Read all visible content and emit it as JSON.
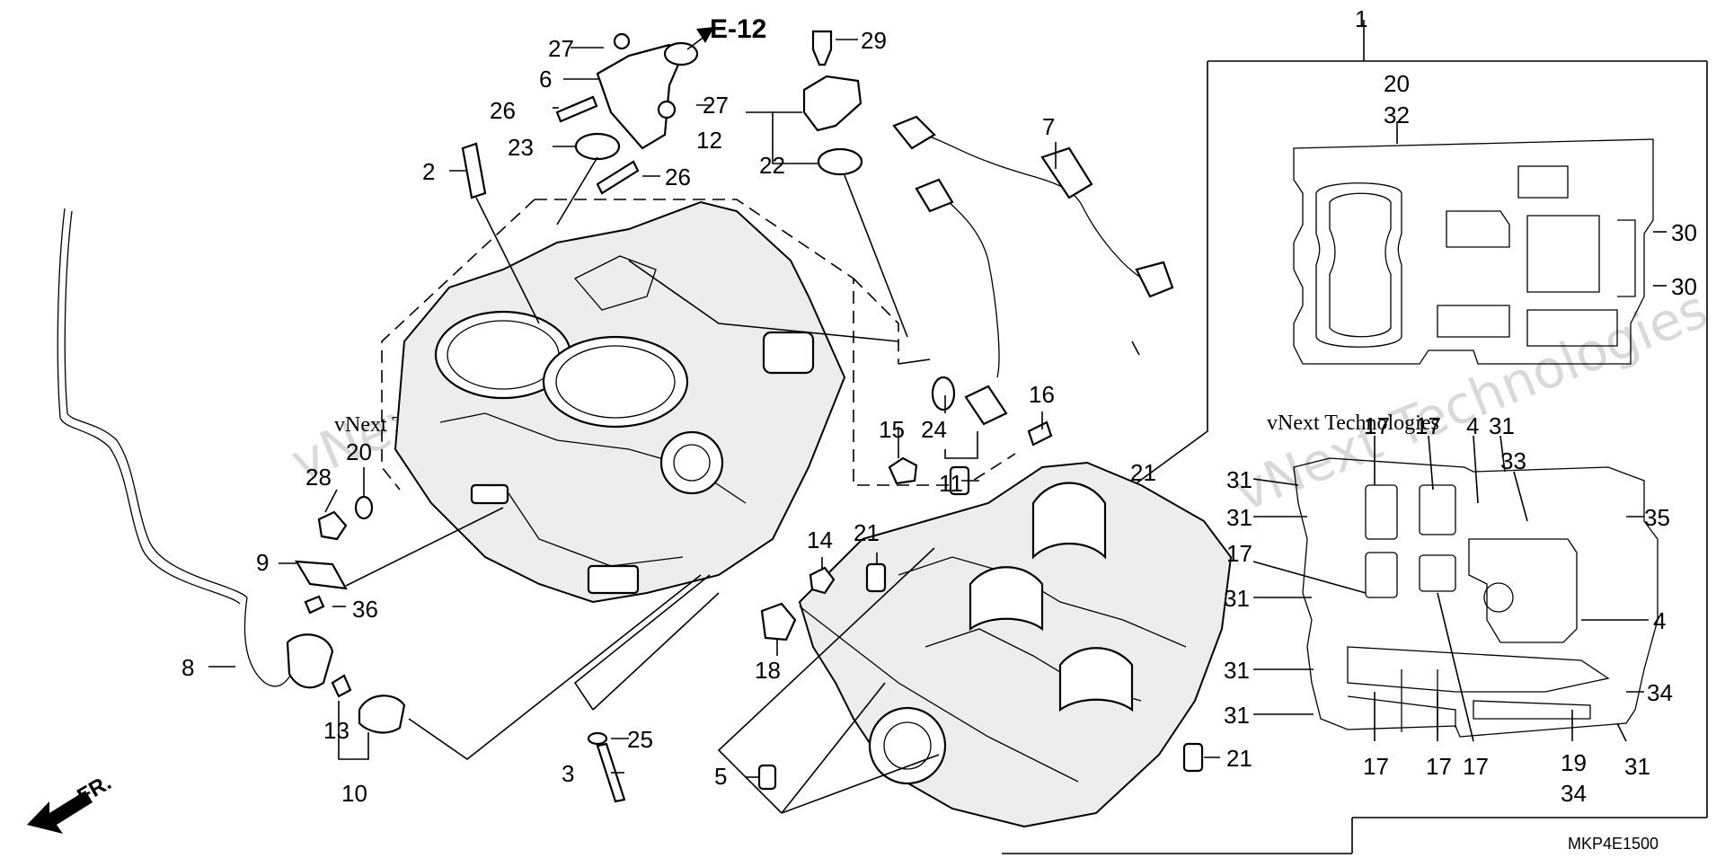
{
  "diagram": {
    "reference_label": "E-12",
    "diagram_code": "MKP4E1500",
    "direction_label": "FR.",
    "watermark": "vNext Technologies",
    "callouts": [
      {
        "id": "c1",
        "label": "1"
      },
      {
        "id": "c2",
        "label": "2"
      },
      {
        "id": "c3",
        "label": "3"
      },
      {
        "id": "c5",
        "label": "5"
      },
      {
        "id": "c6",
        "label": "6"
      },
      {
        "id": "c7",
        "label": "7"
      },
      {
        "id": "c8",
        "label": "8"
      },
      {
        "id": "c9",
        "label": "9"
      },
      {
        "id": "c10",
        "label": "10"
      },
      {
        "id": "c11",
        "label": "11"
      },
      {
        "id": "c12",
        "label": "12"
      },
      {
        "id": "c13",
        "label": "13"
      },
      {
        "id": "c14",
        "label": "14"
      },
      {
        "id": "c15",
        "label": "15"
      },
      {
        "id": "c16",
        "label": "16"
      },
      {
        "id": "c18",
        "label": "18"
      },
      {
        "id": "c20a",
        "label": "20"
      },
      {
        "id": "c20b",
        "label": "20"
      },
      {
        "id": "c21a",
        "label": "21"
      },
      {
        "id": "c21b",
        "label": "21"
      },
      {
        "id": "c21c",
        "label": "21"
      },
      {
        "id": "c22",
        "label": "22"
      },
      {
        "id": "c23",
        "label": "23"
      },
      {
        "id": "c24",
        "label": "24"
      },
      {
        "id": "c25",
        "label": "25"
      },
      {
        "id": "c26a",
        "label": "26"
      },
      {
        "id": "c26b",
        "label": "26"
      },
      {
        "id": "c27a",
        "label": "27"
      },
      {
        "id": "c27b",
        "label": "27"
      },
      {
        "id": "c28",
        "label": "28"
      },
      {
        "id": "c29",
        "label": "29"
      },
      {
        "id": "c30a",
        "label": "30"
      },
      {
        "id": "c30b",
        "label": "30"
      },
      {
        "id": "c32",
        "label": "32"
      },
      {
        "id": "c36",
        "label": "36"
      },
      {
        "id": "c17a",
        "label": "17"
      },
      {
        "id": "c17b",
        "label": "17"
      },
      {
        "id": "c4a",
        "label": "4"
      },
      {
        "id": "c31a",
        "label": "31"
      },
      {
        "id": "c31b",
        "label": "31"
      },
      {
        "id": "c33",
        "label": "33"
      },
      {
        "id": "c31c",
        "label": "31"
      },
      {
        "id": "c35",
        "label": "35"
      },
      {
        "id": "c17c",
        "label": "17"
      },
      {
        "id": "c31d",
        "label": "31"
      },
      {
        "id": "c4b",
        "label": "4"
      },
      {
        "id": "c31e",
        "label": "31"
      },
      {
        "id": "c34a",
        "label": "34"
      },
      {
        "id": "c31f",
        "label": "31"
      },
      {
        "id": "c17d",
        "label": "17"
      },
      {
        "id": "c17e",
        "label": "17"
      },
      {
        "id": "c17f",
        "label": "17"
      },
      {
        "id": "c19",
        "label": "19"
      },
      {
        "id": "c34b",
        "label": "34"
      },
      {
        "id": "c31g",
        "label": "31"
      }
    ]
  }
}
